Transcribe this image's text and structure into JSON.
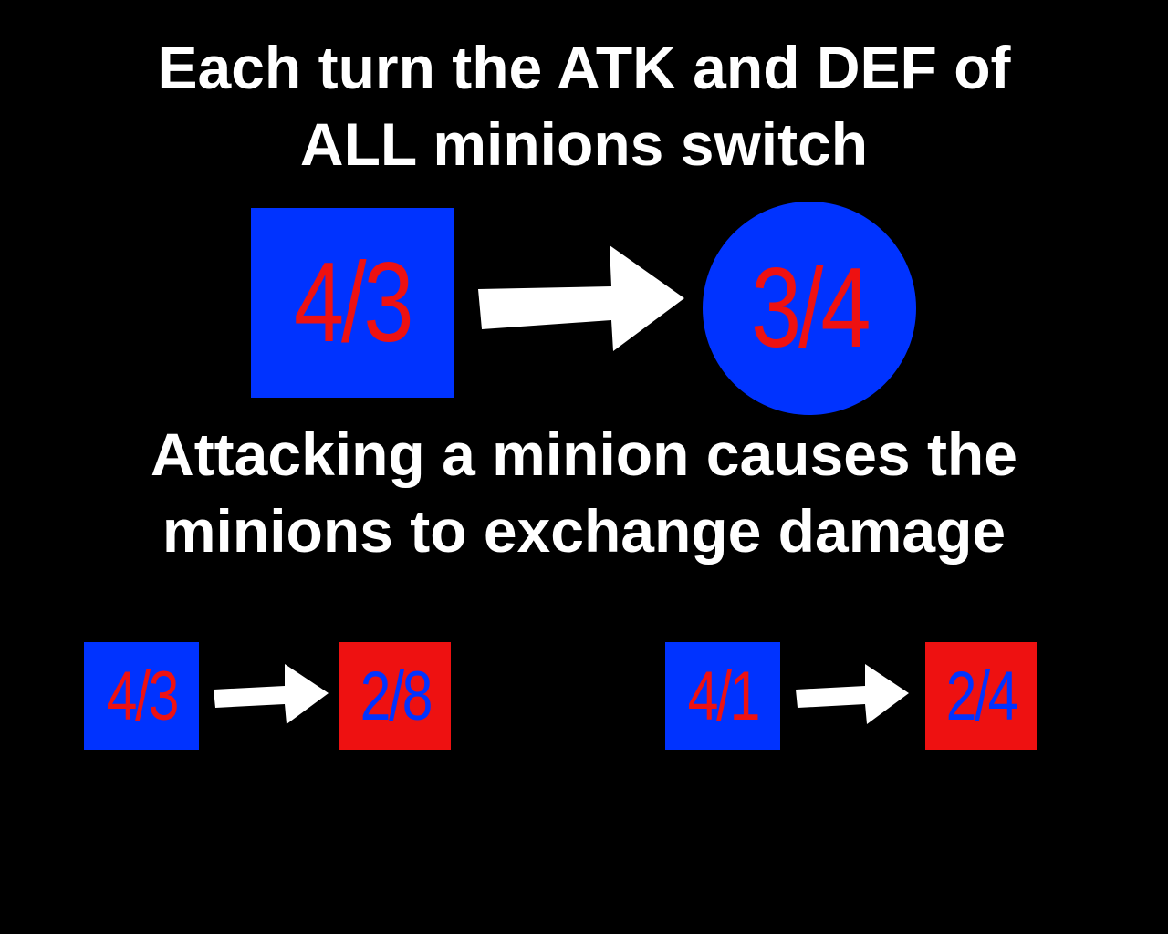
{
  "captions": {
    "top_line1": "Each turn the ATK and DEF of",
    "top_line2": "ALL minions switch",
    "mid_line1": "Attacking a minion causes the",
    "mid_line2": "minions to exchange damage"
  },
  "switch_demo": {
    "before": {
      "value": "4/3",
      "shape": "square",
      "fill": "#0033ff",
      "text_color": "#ee1111"
    },
    "after": {
      "value": "3/4",
      "shape": "circle",
      "fill": "#0033ff",
      "text_color": "#ee1111"
    }
  },
  "examples": [
    {
      "before": {
        "value": "4/3",
        "fill": "#0033ff",
        "text_color": "#ee1111"
      },
      "after": {
        "value": "2/8",
        "fill": "#ee1111",
        "text_color": "#0033ff"
      }
    },
    {
      "before": {
        "value": "4/1",
        "fill": "#0033ff",
        "text_color": "#ee1111"
      },
      "after": {
        "value": "2/4",
        "fill": "#ee1111",
        "text_color": "#0033ff"
      }
    }
  ],
  "arrow_color": "#ffffff",
  "arrow_icon": "right-arrow-icon",
  "background": "#000000"
}
